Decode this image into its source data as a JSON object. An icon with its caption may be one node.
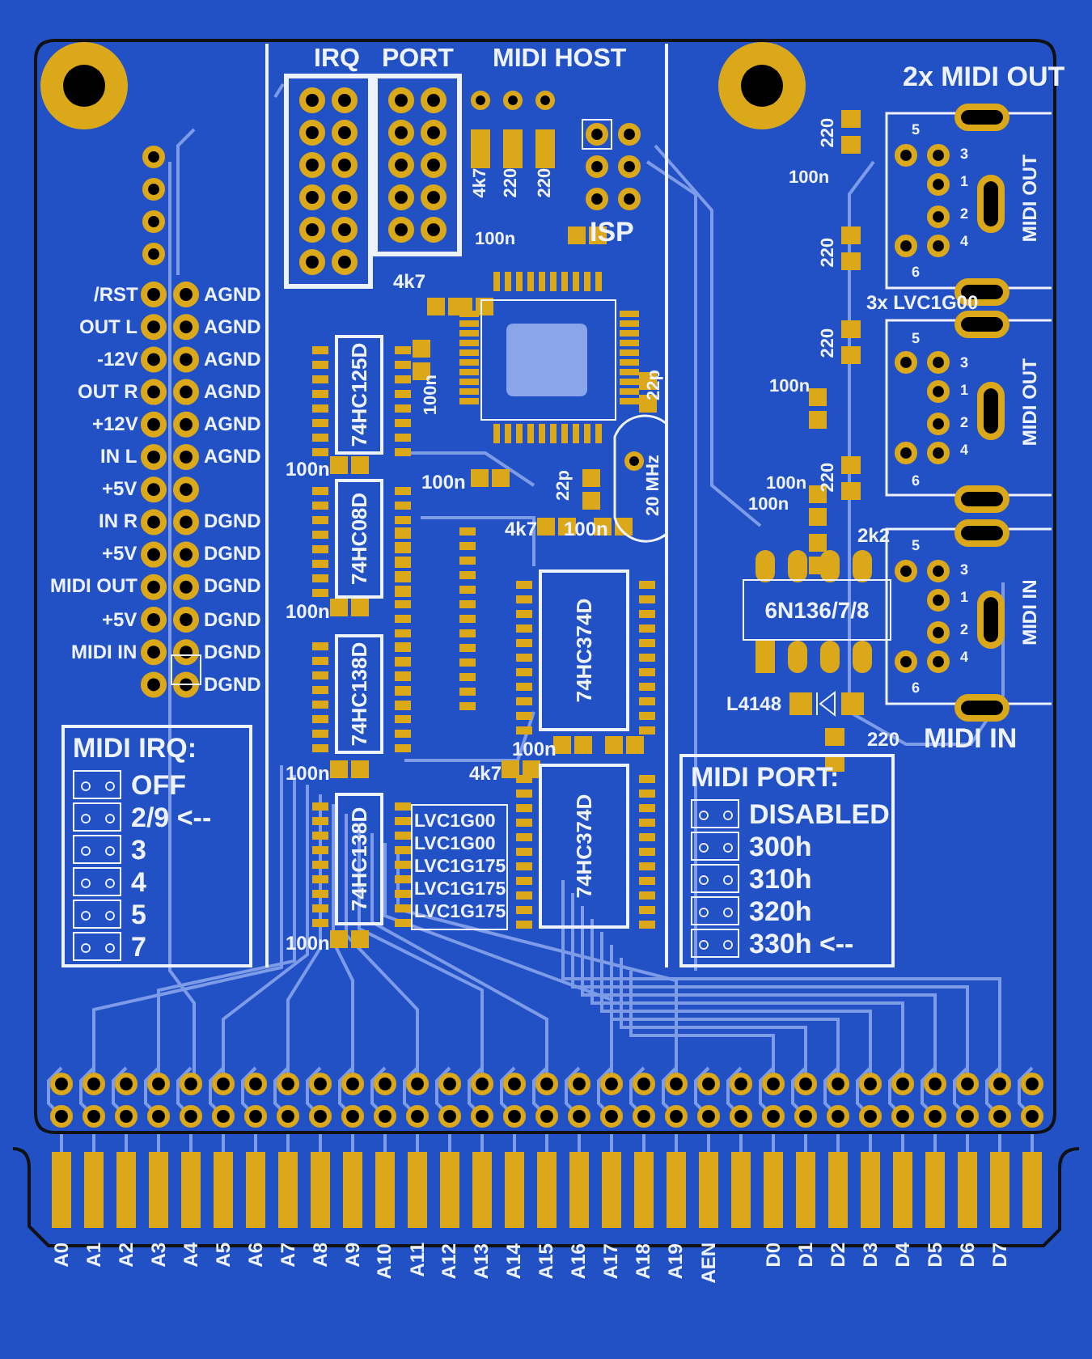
{
  "diagram": {
    "nodes": [
      {
        "text": [
          "74HC125D"
        ]
      },
      {
        "text": [
          "74HC08D"
        ]
      },
      {
        "text": [
          "74HC138D"
        ]
      },
      {
        "text": [
          "74HC138D"
        ]
      },
      {
        "text": [],
        "shape": "box"
      },
      {
        "text": [
          "LVC1G00 LVC1G00 LVC1G175 LVC1G175 LVC1G175"
        ]
      },
      {
        "text": [
          "74HC374D"
        ]
      },
      {
        "text": [
          "74HC374D"
        ]
      },
      {
        "text": [
          "6N136/7/8"
        ]
      },
      {
        "text": [
          "MIDI IRQ:",
          "OFF",
          "2/9 <--",
          "3",
          "4",
          "5",
          "7"
        ]
      },
      {
        "text": [
          "MIDI PORT:",
          "DISABLED",
          "300h",
          "310h",
          "320h",
          "330h <--"
        ]
      }
    ],
    "labels": [
      "IRQ",
      "PORT",
      "MIDI HOST",
      "2x MIDI OUT",
      "4k7",
      "220",
      "220",
      "100n",
      "ISP",
      "220",
      "100n",
      "220",
      "3x LVC1G00",
      "220",
      "100n",
      "220",
      "100n",
      "100n",
      "2k2",
      "MIDI OUT",
      "MIDI OUT",
      "MIDI IN",
      "5",
      "3",
      "1",
      "2",
      "4",
      "6",
      "5",
      "3",
      "1",
      "2",
      "4",
      "6",
      "5",
      "3",
      "1",
      "2",
      "4",
      "6",
      "L4148",
      "220",
      "MIDI IN",
      "4k7",
      "100n",
      "22p",
      "22p",
      "20 MHz",
      "4k7",
      "100n",
      "100n",
      "100n",
      "100n",
      "100n",
      "4k7",
      "100n",
      "100n",
      "/RST",
      "AGND",
      "OUT L",
      "AGND",
      "-12V",
      "AGND",
      "OUT R",
      "AGND",
      "+12V",
      "AGND",
      "IN L",
      "AGND",
      "+5V",
      "IN R",
      "DGND",
      "+5V",
      "DGND",
      "MIDI OUT",
      "DGND",
      "+5V",
      "DGND",
      "MIDI IN",
      "DGND",
      "DGND",
      "A0",
      "A1",
      "A2",
      "A3",
      "A4",
      "A5",
      "A6",
      "A7",
      "A8",
      "A9",
      "A10",
      "A11",
      "A12",
      "A13",
      "A14",
      "A15",
      "A16",
      "A17",
      "A18",
      "A19",
      "AEN",
      "D0",
      "D1",
      "D2",
      "D3",
      "D4",
      "D5",
      "D6",
      "D7"
    ]
  }
}
